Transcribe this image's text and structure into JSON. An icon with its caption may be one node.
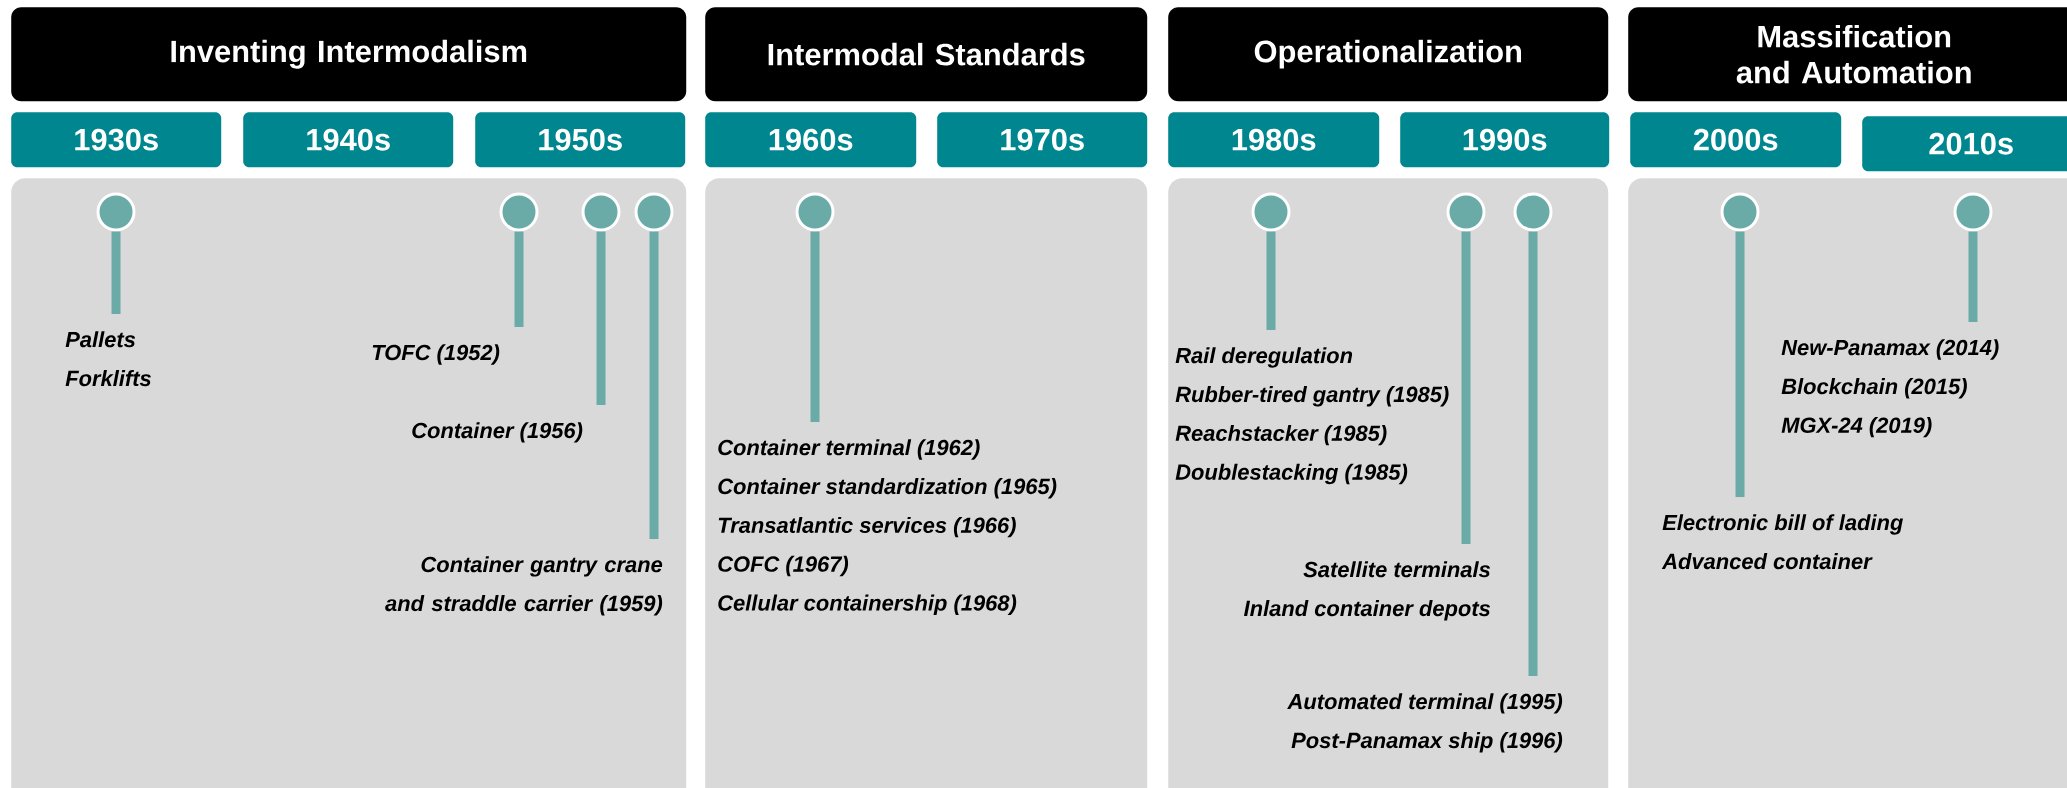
{
  "diagram": {
    "nodes": [
      {
        "text": [
          "Inventing Intermodalism"
        ]
      },
      {
        "text": [
          "Intermodal Standards"
        ]
      },
      {
        "text": [
          "Operationalization"
        ]
      },
      {
        "text": [
          "Massification and Automation"
        ]
      },
      {
        "text": [
          "1930s"
        ]
      },
      {
        "text": [
          "1940s"
        ]
      },
      {
        "text": [
          "1950s"
        ]
      },
      {
        "text": [
          "1960s"
        ]
      },
      {
        "text": [
          "1970s"
        ]
      },
      {
        "text": [
          "1980s"
        ]
      },
      {
        "text": [
          "1990s"
        ]
      },
      {
        "text": [
          "2000s"
        ]
      },
      {
        "text": [
          "2010s"
        ]
      },
      {
        "text": [],
        "shape": "box"
      },
      {
        "text": [],
        "shape": "box"
      },
      {
        "text": [],
        "shape": "box"
      },
      {
        "text": [],
        "shape": "box"
      },
      {
        "text": [],
        "shape": "circle",
        "in": 13
      },
      {
        "text": [
          "Pallets",
          "Forklifts"
        ],
        "in": 13
      },
      {
        "text": [],
        "shape": "circle",
        "in": 13
      },
      {
        "text": [
          "TOFC (1952)"
        ],
        "in": 13
      },
      {
        "text": [],
        "shape": "circle",
        "in": 13
      },
      {
        "text": [
          "Container (1956)"
        ],
        "in": 13
      },
      {
        "text": [],
        "shape": "circle",
        "in": 13
      },
      {
        "text": [
          "Container gantry crane and straddle carrier (1959)"
        ],
        "in": 13
      },
      {
        "text": [],
        "shape": "circle",
        "in": 14
      },
      {
        "text": [
          "Container terminal (1962)",
          "Container standardization (1965)",
          "Transatlantic services (1966)",
          "COFC (1967)",
          "Cellular containership (1968)"
        ],
        "in": 14
      },
      {
        "text": [],
        "shape": "circle",
        "in": 15
      },
      {
        "text": [
          "Rail deregulation",
          "Rubber-tired gantry (1985)",
          "Reachstacker (1985)",
          "Doublestacking (1985)"
        ],
        "in": 15
      },
      {
        "text": [],
        "shape": "circle",
        "in": 15
      },
      {
        "text": [
          "Satellite terminals",
          "Inland container depots"
        ],
        "in": 15
      },
      {
        "text": [],
        "shape": "circle",
        "in": 15
      },
      {
        "text": [
          "Automated terminal (1995)",
          "Post-Panamax ship (1996)"
        ],
        "in": 15
      },
      {
        "text": [],
        "shape": "circle",
        "in": 16
      },
      {
        "text": [
          "Electronic bill of lading",
          "Advanced container"
        ],
        "in": 16
      },
      {
        "text": [],
        "shape": "circle",
        "in": 16
      },
      {
        "text": [
          "New-Panamax (2014)",
          "Blockchain (2015)",
          "MGX-24 (2019)"
        ],
        "in": 16
      }
    ],
    "edges": [
      {
        "from": 17,
        "to": 18,
        "arrow": "none"
      },
      {
        "from": 19,
        "to": 20,
        "arrow": "none"
      },
      {
        "from": 21,
        "to": 22,
        "arrow": "none"
      },
      {
        "from": 23,
        "to": 24,
        "arrow": "none"
      },
      {
        "from": 25,
        "to": 26,
        "arrow": "none"
      },
      {
        "from": 27,
        "to": 28,
        "arrow": "none"
      },
      {
        "from": 29,
        "to": 30,
        "arrow": "none"
      },
      {
        "from": 31,
        "to": 32,
        "arrow": "none"
      },
      {
        "from": 33,
        "to": 34,
        "arrow": "none"
      },
      {
        "from": 35,
        "to": 36,
        "arrow": "none"
      }
    ]
  }
}
